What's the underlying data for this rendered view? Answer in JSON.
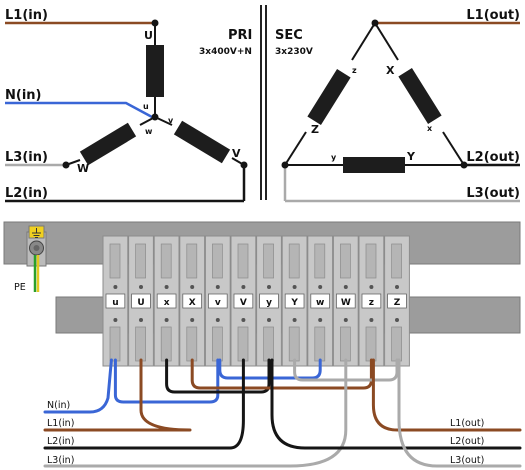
{
  "primary": {
    "title": "PRI",
    "subtitle": "3x400V+N",
    "inputs": {
      "l1": "L1(in)",
      "n": "N(in)",
      "l3": "L3(in)",
      "l2": "L2(in)"
    },
    "coils": {
      "u_big": "U",
      "u_small": "u",
      "w_big": "W",
      "w_small": "w",
      "v_big": "V",
      "v_small": "v"
    }
  },
  "secondary": {
    "title": "SEC",
    "subtitle": "3x230V",
    "outputs": {
      "l1": "L1(out)",
      "l2": "L2(out)",
      "l3": "L3(out)"
    },
    "coils": {
      "z_small": "z",
      "z_big": "Z",
      "x_big": "X",
      "x_small": "x",
      "y_small": "y",
      "y_big": "Y"
    }
  },
  "terminal_block": {
    "pe_label": "PE",
    "terminals": [
      "u",
      "U",
      "x",
      "X",
      "v",
      "V",
      "y",
      "Y",
      "w",
      "W",
      "z",
      "Z"
    ]
  },
  "wiring": {
    "n_in": "N(in)",
    "l1_in": "L1(in)",
    "l2_in": "L2(in)",
    "l3_in": "L3(in)",
    "l1_out": "L1(out)",
    "l2_out": "L2(out)",
    "l3_out": "L3(out)"
  },
  "colors": {
    "brown": "#8b4a23",
    "blue": "#3a66d6",
    "black": "#151515",
    "grey": "#aaaaaa",
    "coil": "#1d1d1d",
    "terminal": "#c8c8c8",
    "rail": "#9c9c9c"
  }
}
